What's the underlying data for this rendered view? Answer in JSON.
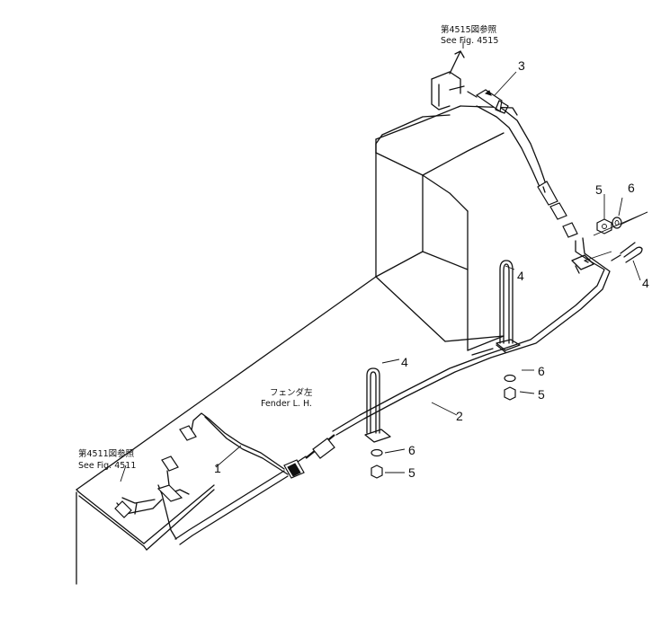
{
  "refs": {
    "top_jp": "第4515図参照",
    "top_en": "See Fig. 4515",
    "left_jp": "第4511図参照",
    "left_en": "See Fig. 4511",
    "fender_jp": "フェンダ左",
    "fender_en": "Fender L. H."
  },
  "callouts": {
    "c1": "1",
    "c2": "2",
    "c3": "3",
    "c4_tank": "4",
    "c4_right": "4",
    "c4_mid": "4",
    "c5_right_top": "5",
    "c6_right_top": "6",
    "c6_tank": "6",
    "c5_tank": "5",
    "c6_mid": "6",
    "c5_mid": "5"
  }
}
